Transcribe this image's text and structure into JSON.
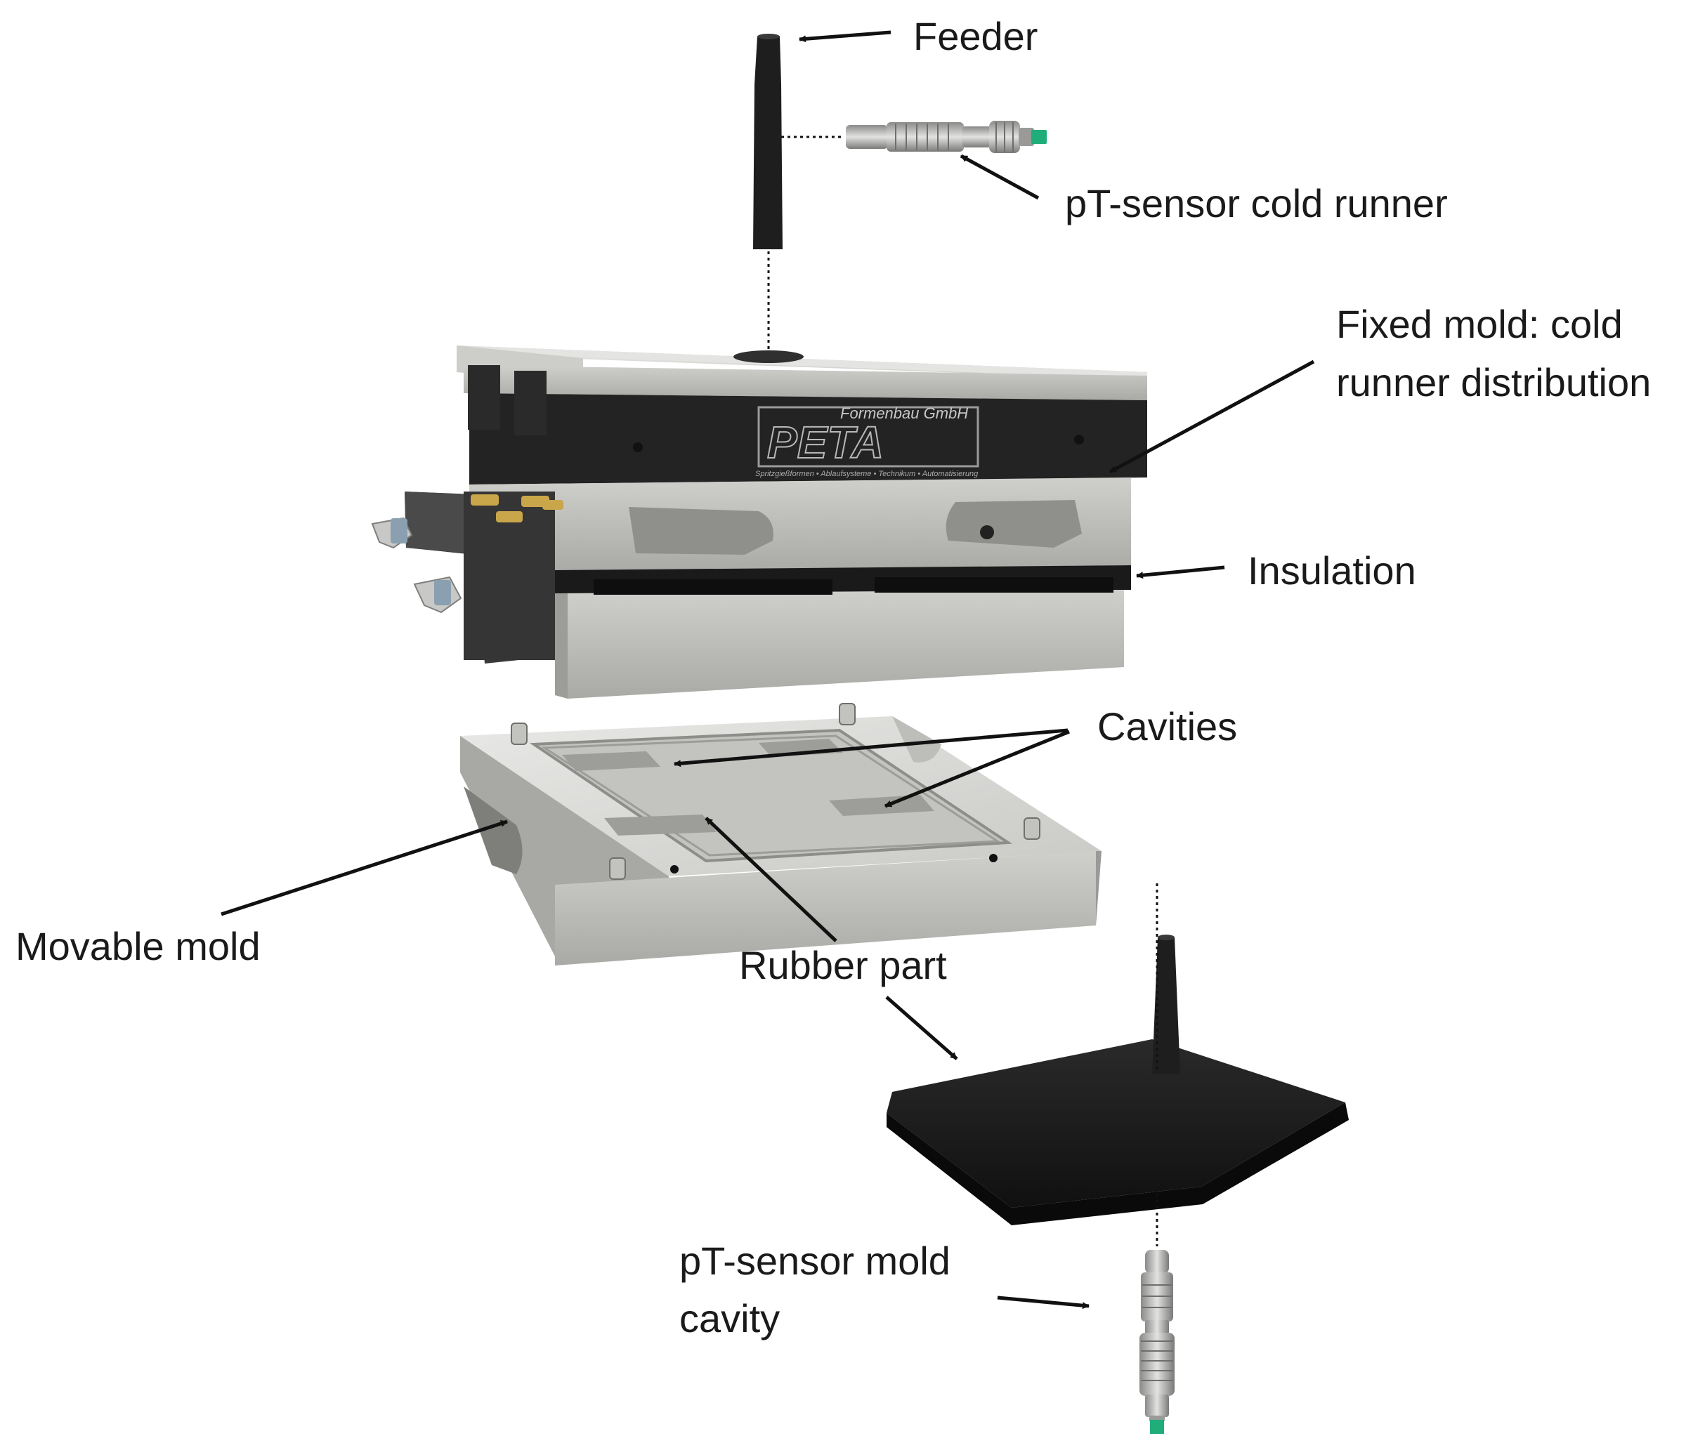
{
  "labels": {
    "feeder": "Feeder",
    "pt_sensor_cold_runner": "pT-sensor cold runner",
    "fixed_mold_line1": "Fixed mold: cold",
    "fixed_mold_line2": "runner distribution",
    "insulation": "Insulation",
    "cavities": "Cavities",
    "movable_mold": "Movable mold",
    "rubber_part": "Rubber part",
    "pt_sensor_mold_line1": "pT-sensor mold",
    "pt_sensor_mold_line2": "cavity"
  },
  "logo": {
    "company": "Formenbau GmbH",
    "brand": "PETA",
    "tagline": "Spritzgießformen • Ablaufsysteme • Technikum • Automatisierung"
  },
  "colors": {
    "steel_light": "#d7d7d5",
    "steel_mid": "#b9b9b6",
    "steel_dark": "#8e8e8b",
    "black_plate": "#202020",
    "rubber": "#1b1b1b",
    "sensor_tip": "#1fae7a",
    "arrow": "#111111"
  }
}
